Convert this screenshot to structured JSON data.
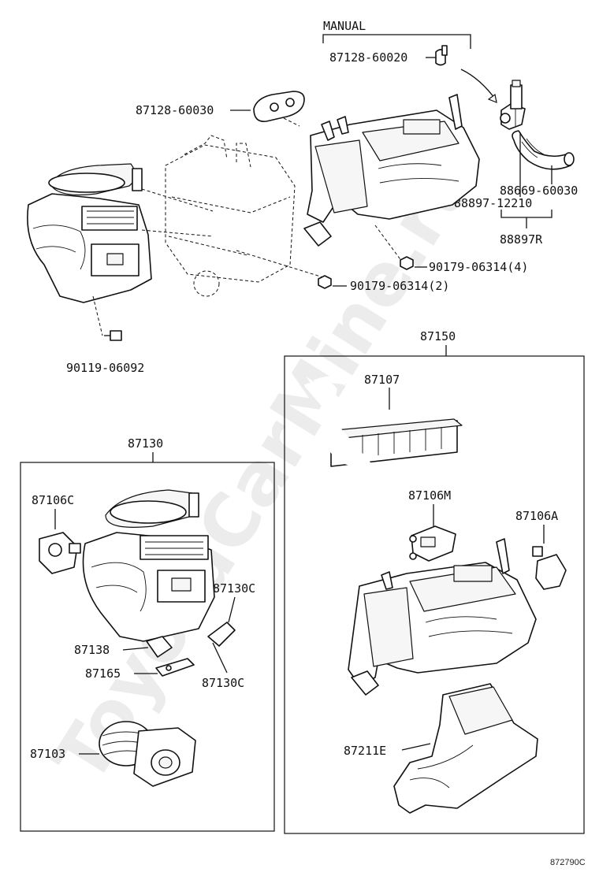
{
  "watermark": "ToyotaCarMine.ru",
  "top_bracket_label": "MANUAL",
  "labels": {
    "p87128_60020": "87128-60020",
    "p87128_60030": "87128-60030",
    "p88669_60030": "88669-60030",
    "p88897_12210": "88897-12210",
    "p88897R": "88897R",
    "p90179_06314_4": "90179-06314(4)",
    "p90179_06314_2": "90179-06314(2)",
    "p90119_06092": "90119-06092",
    "p87150": "87150",
    "p87107": "87107",
    "p87106M": "87106M",
    "p87106A": "87106A",
    "p87211E": "87211E",
    "p87130": "87130",
    "p87106C": "87106C",
    "p87130C_a": "87130C",
    "p87138": "87138",
    "p87165": "87165",
    "p87130C_b": "87130C",
    "p87103": "87103"
  },
  "diagram_code": "872790C"
}
